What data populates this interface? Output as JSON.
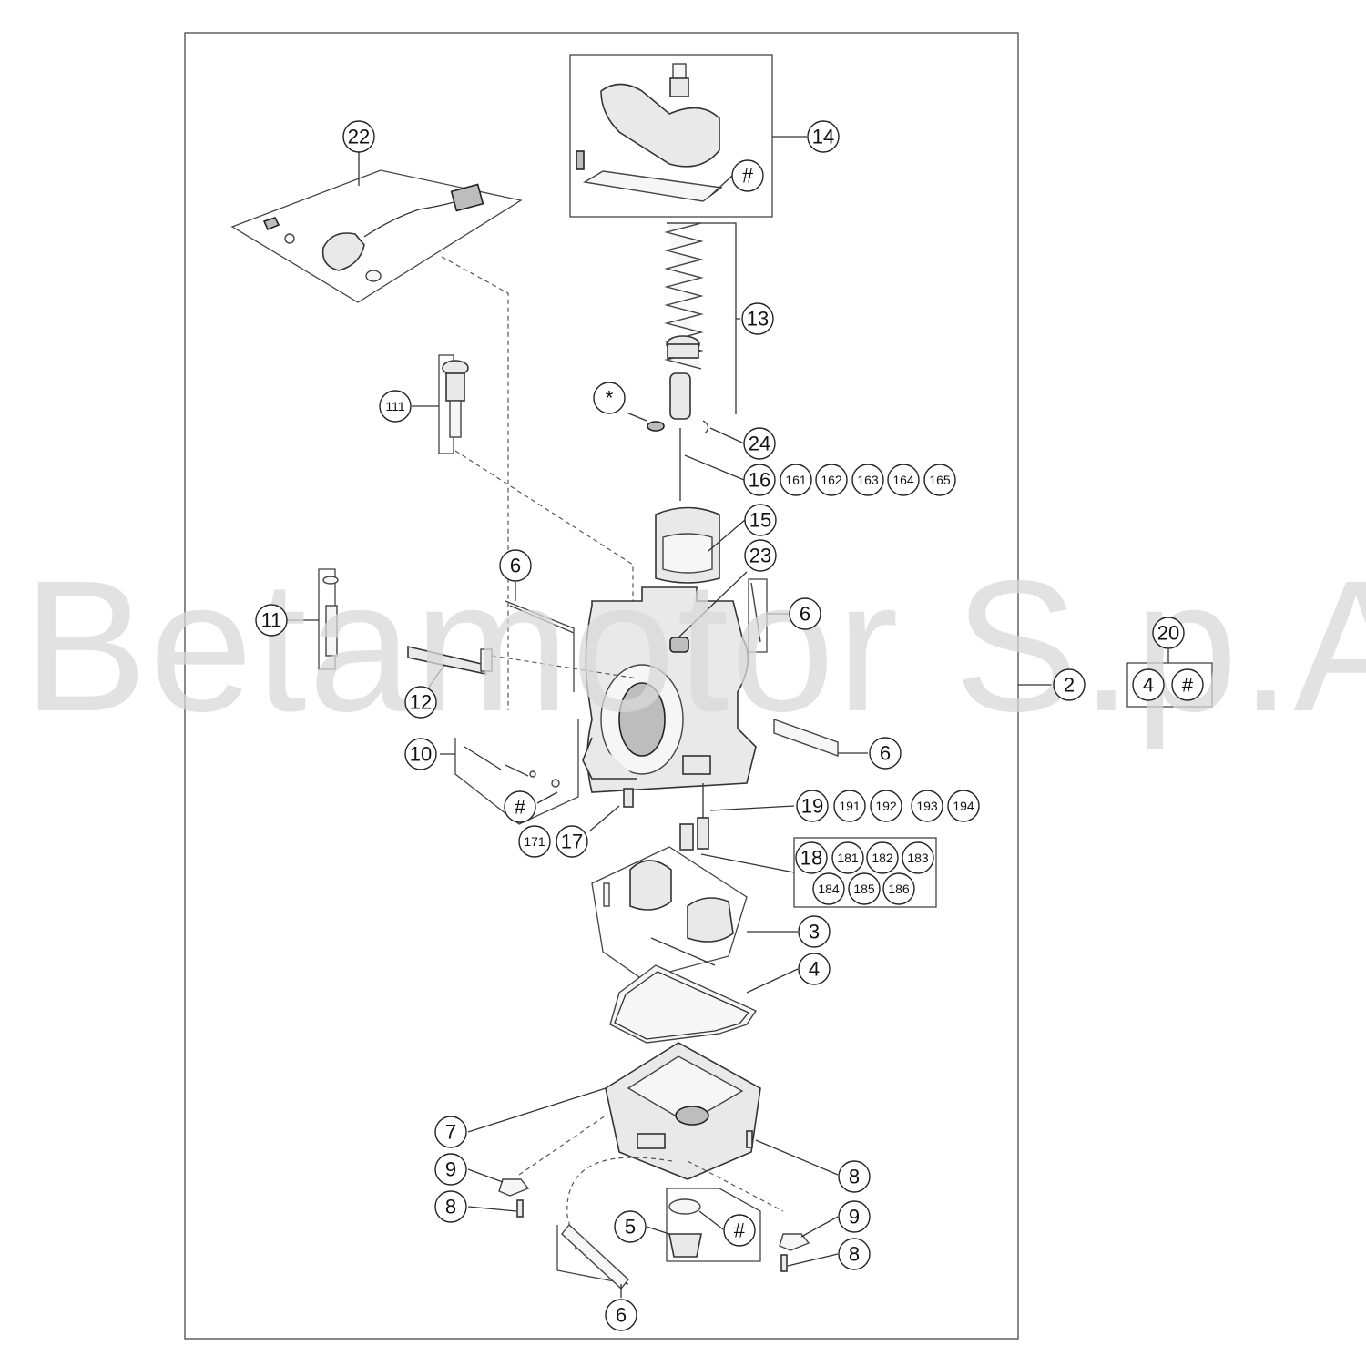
{
  "watermark": "Betamotor S.p.A",
  "callouts": {
    "c22": "22",
    "c14": "14",
    "c_hash_top": "#",
    "c13": "13",
    "c_star": "*",
    "c24": "24",
    "c111": "111",
    "c16": "16",
    "c161": "161",
    "c162": "162",
    "c163": "163",
    "c164": "164",
    "c165": "165",
    "c15": "15",
    "c23": "23",
    "c6a": "6",
    "c11": "11",
    "c6b": "6",
    "c20": "20",
    "c20_4": "4",
    "c20_hash": "#",
    "c2": "2",
    "c12": "12",
    "c10": "10",
    "c6c": "6",
    "c19": "19",
    "c191": "191",
    "c192": "192",
    "c193": "193",
    "c194": "194",
    "c_hash_10": "#",
    "c171": "171",
    "c17": "17",
    "c18": "18",
    "c181": "181",
    "c182": "182",
    "c183": "183",
    "c184": "184",
    "c185": "185",
    "c186": "186",
    "c3": "3",
    "c4": "4",
    "c7": "7",
    "c8a": "8",
    "c9a": "9",
    "c8b": "8",
    "c5": "5",
    "c_hash_5": "#",
    "c9b": "9",
    "c8c": "8",
    "c6d": "6"
  }
}
